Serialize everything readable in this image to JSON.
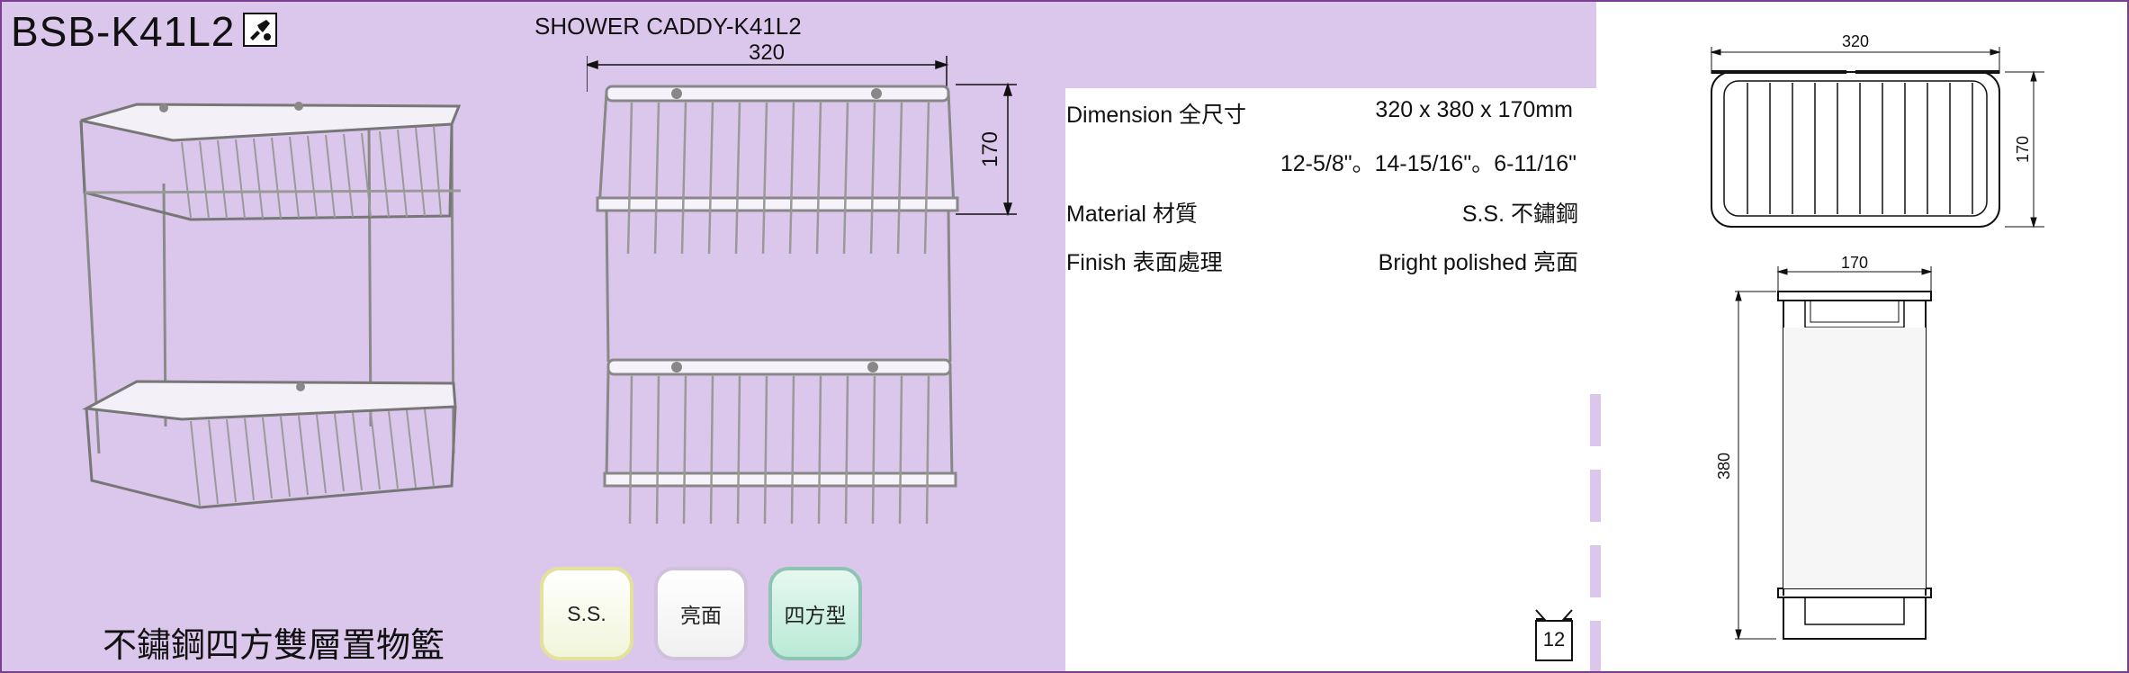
{
  "header": {
    "model_code": "BSB-K41L2",
    "drawing_title": "SHOWER CADDY-K41L2",
    "product_name_cn": "不鏽鋼四方雙層置物籃"
  },
  "icons": {
    "title_icon": "installation-icon"
  },
  "drawing": {
    "width_label": "320",
    "height_label": "170"
  },
  "specs": {
    "dimension_label": "Dimension 全尺寸",
    "dimension_value": "320 x 380 x 170mm",
    "dimension_inch": "12-5/8\"。14-15/16\"。6-11/16\"",
    "material_label": "Material 材質",
    "material_value": "S.S. 不鏽鋼",
    "finish_label": "Finish 表面處理",
    "finish_value": "Bright polished 亮面"
  },
  "top_view": {
    "width_label": "320",
    "depth_label": "170"
  },
  "side_view": {
    "width_label": "170",
    "height_label": "380"
  },
  "badges": {
    "material": "S.S.",
    "finish": "亮面",
    "shape": "四方型"
  },
  "page": {
    "number": "12"
  },
  "colors": {
    "lilac": "#dcc7ec",
    "border": "#7b3f8f"
  }
}
